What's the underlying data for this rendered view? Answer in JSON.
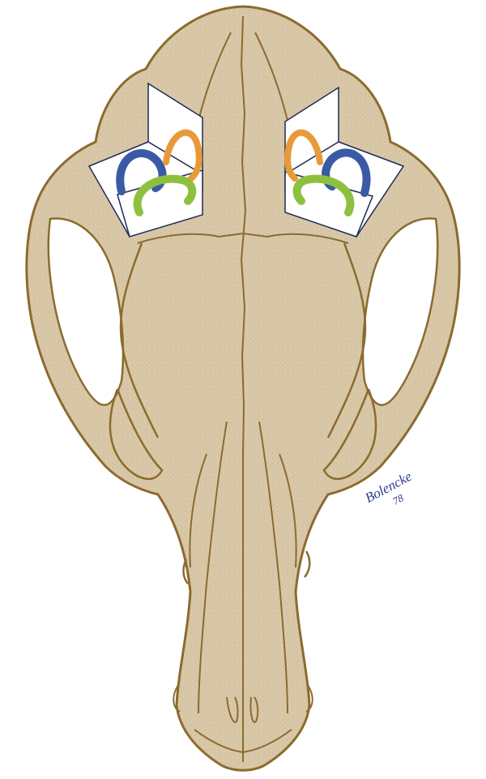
{
  "figure": {
    "subject": "skull-dorsal-view",
    "colors": {
      "bone_fill": "#d9c8a8",
      "bone_outline": "#8b6b2e",
      "suture_line": "#8b6b2e",
      "canal_anterior": "#3a5aa5",
      "canal_posterior": "#e89a3a",
      "canal_lateral": "#8ec040",
      "plane_fill": "#ffffff",
      "plane_edge": "#1e2a55",
      "signature_ink": "#2a3a8a",
      "background": "#ffffff"
    },
    "signature": {
      "name": "Bolencke",
      "year": "78"
    }
  }
}
